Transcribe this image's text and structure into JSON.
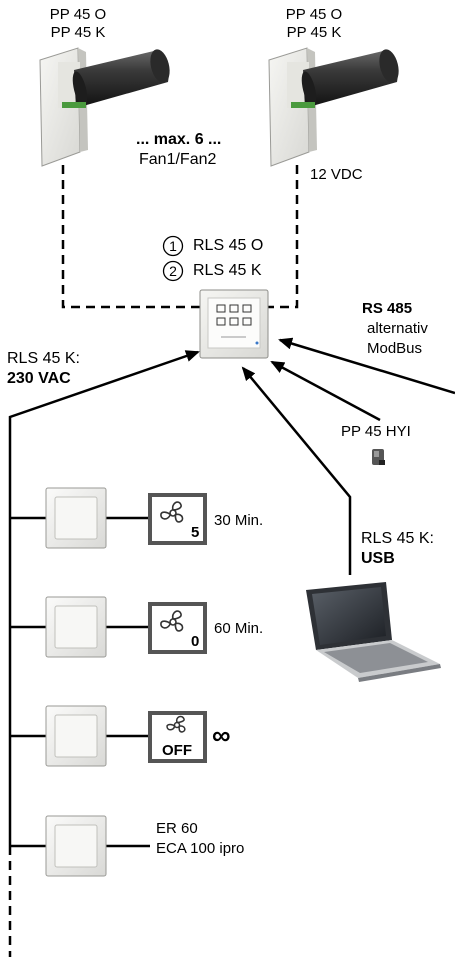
{
  "fans": {
    "left": {
      "line1": "PP 45 O",
      "line2": "PP 45 K"
    },
    "right": {
      "line1": "PP 45 O",
      "line2": "PP 45 K"
    },
    "max_label": "... max. 6 ...",
    "fan_label": "Fan1/Fan2",
    "voltage_label": "12 VDC"
  },
  "controller": {
    "option1_num": "1",
    "option1_label": "RLS 45 O",
    "option2_num": "2",
    "option2_label": "RLS 45 K"
  },
  "connections": {
    "rs485": "RS 485",
    "rs485_alt1": "alternativ",
    "rs485_alt2": "ModBus",
    "mains_line1": "RLS 45 K:",
    "mains_line2": "230 VAC",
    "sensor": "PP 45 HYI",
    "usb_line1": "RLS 45 K:",
    "usb_line2": "USB"
  },
  "switches": [
    {
      "icon_glyph": "5",
      "label": "30 Min."
    },
    {
      "icon_glyph": "0",
      "label": "60 Min."
    },
    {
      "icon_glyph": "OFF",
      "label": "∞"
    },
    {
      "label_line1": "ER 60",
      "label_line2": "ECA 100 ipro"
    }
  ]
}
